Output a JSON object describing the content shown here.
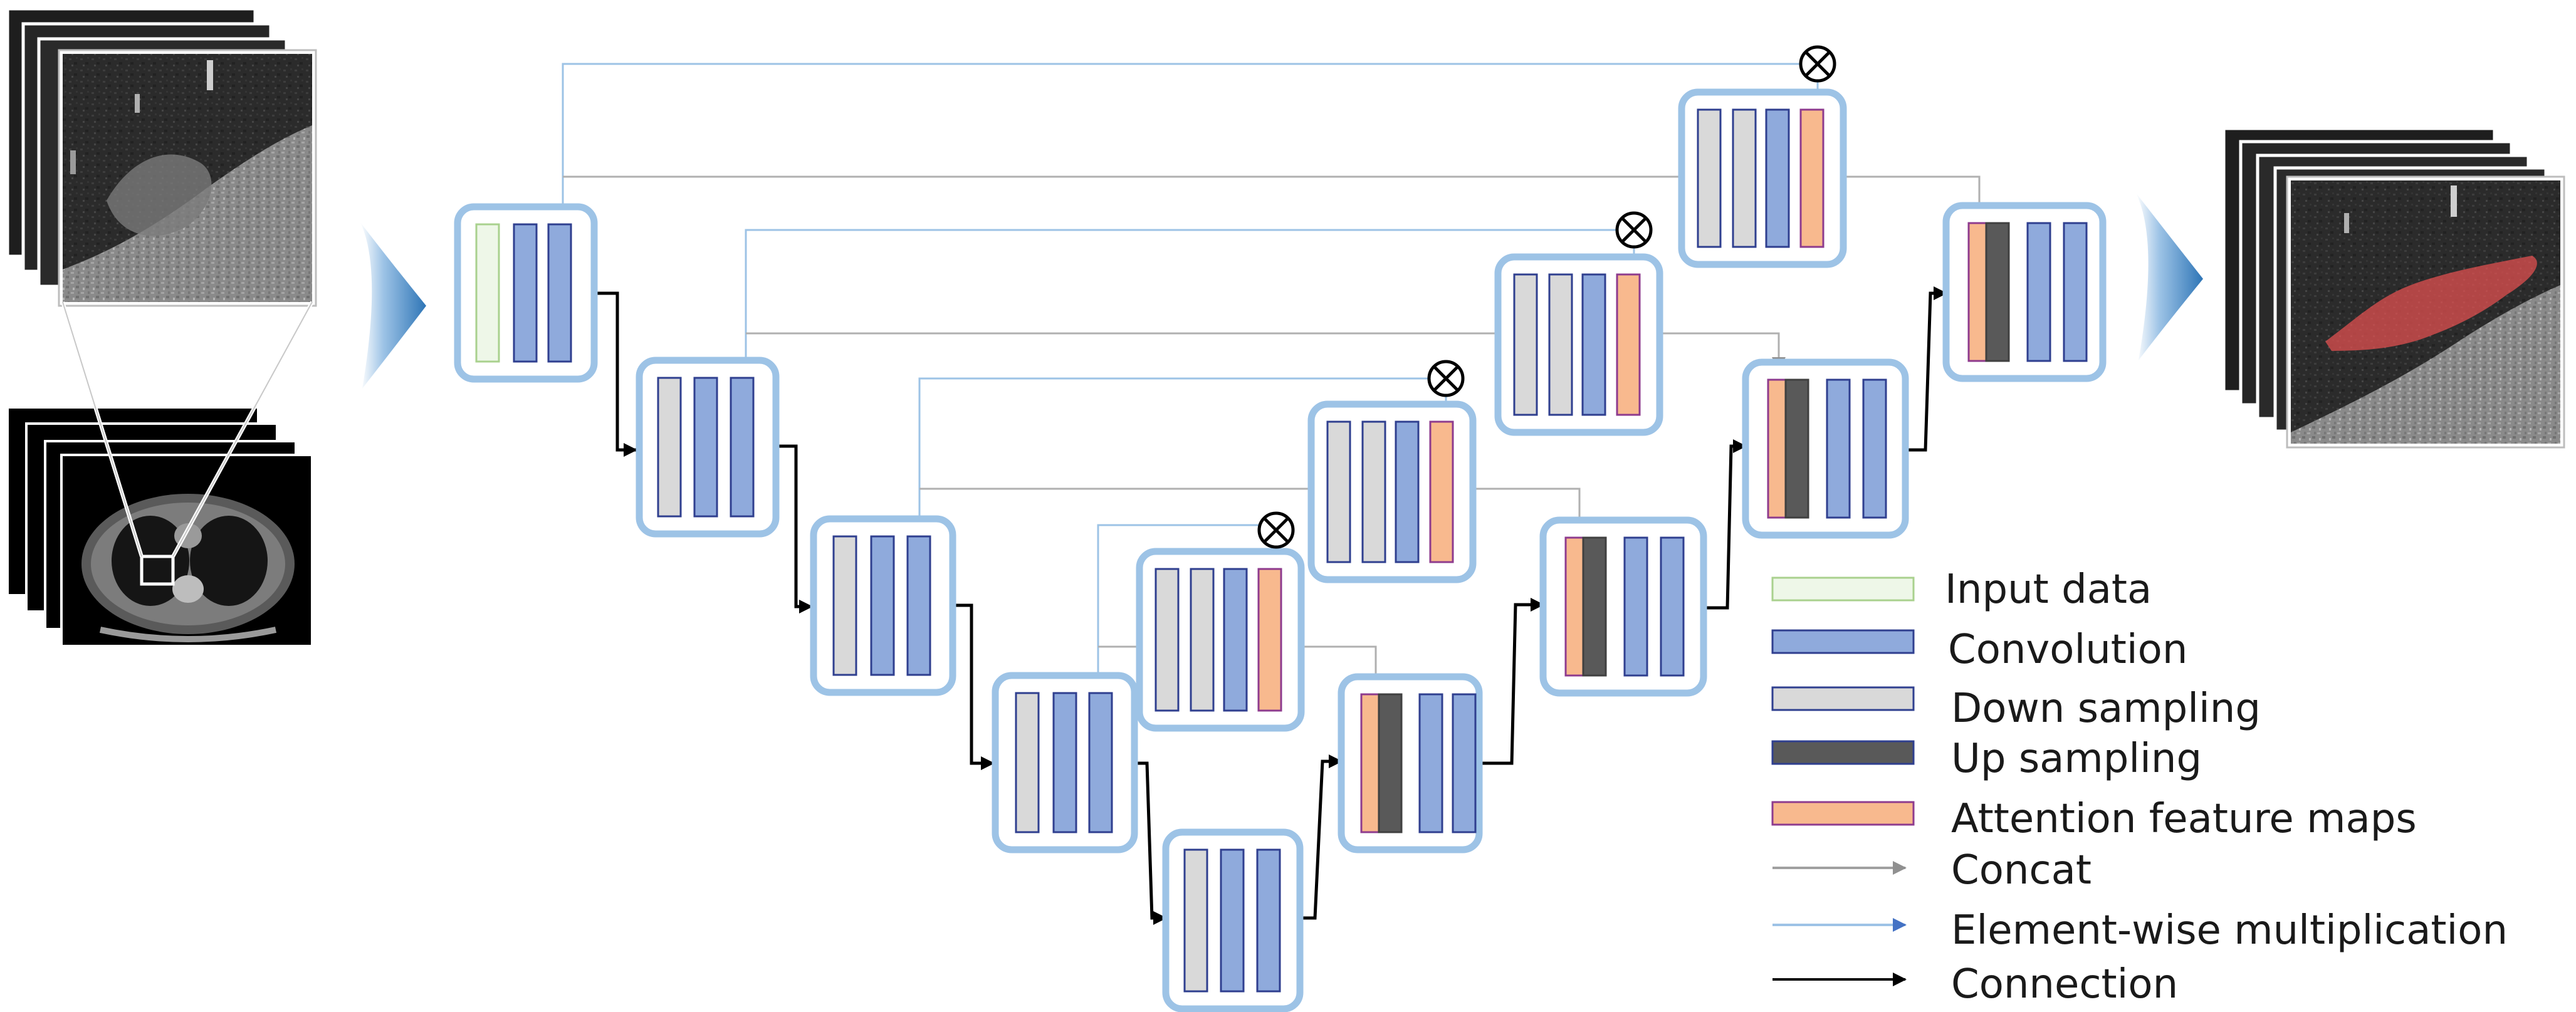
{
  "colors": {
    "block_border": "#9dc3e6",
    "input_fill": "#eef7e8",
    "input_stroke": "#a9d18e",
    "conv_fill": "#8faadc",
    "conv_stroke": "#2f3f8f",
    "down_fill": "#d9d9d9",
    "down_stroke": "#2f3f8f",
    "up_fill": "#595959",
    "up_stroke": "#404040",
    "attn_fill": "#f8b98e",
    "attn_stroke": "#8e3b8e",
    "concat_line": "#b0b0b0",
    "concat_arrow": "#909090",
    "mult_line": "#9dc3e6",
    "mult_arrow": "#4472c4",
    "connection": "#000000",
    "big_arrow": "#2e75b6",
    "mask": "#e05050"
  },
  "icons": {
    "multiply": "circled-times-icon",
    "input_image": "ct-scan-stack-icon",
    "output_image": "segmented-ct-stack-icon"
  },
  "legend": {
    "items": [
      {
        "key": "input",
        "label": "Input data"
      },
      {
        "key": "conv",
        "label": "Convolution"
      },
      {
        "key": "down",
        "label": "Down sampling"
      },
      {
        "key": "up",
        "label": "Up sampling"
      },
      {
        "key": "attn",
        "label": "Attention feature maps"
      },
      {
        "key": "concat",
        "label": "Concat"
      },
      {
        "key": "mult",
        "label": "Element-wise multiplication"
      },
      {
        "key": "connection",
        "label": "Connection"
      }
    ]
  }
}
